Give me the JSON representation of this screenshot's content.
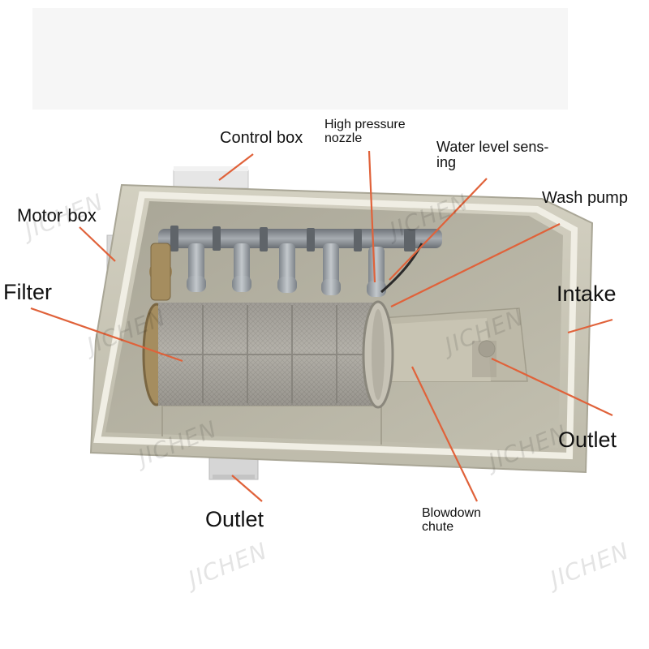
{
  "labels": {
    "control_box": "Control box",
    "high_pressure_nozzle": "High pressure\nnozzle",
    "water_level_sensing": "Water level sens-\ning",
    "wash_pump": "Wash pump",
    "motor_box": "Motor box",
    "filter": "Filter",
    "intake": "Intake",
    "outlet_right": "Outlet",
    "outlet_bottom": "Outlet",
    "blowdown_chute": "Blowdown\nchute"
  },
  "watermark": "JICHEN",
  "colors": {
    "leader_line": "#e0623a",
    "tank_body": "#c9c6b6",
    "tank_rim": "#ebe9dd",
    "tank_inner": "#b6b3a3",
    "pipe": "#8f949a",
    "nozzle": "#9aa0a6",
    "mesh": "#a3a09a",
    "gear": "#a58d5f"
  }
}
